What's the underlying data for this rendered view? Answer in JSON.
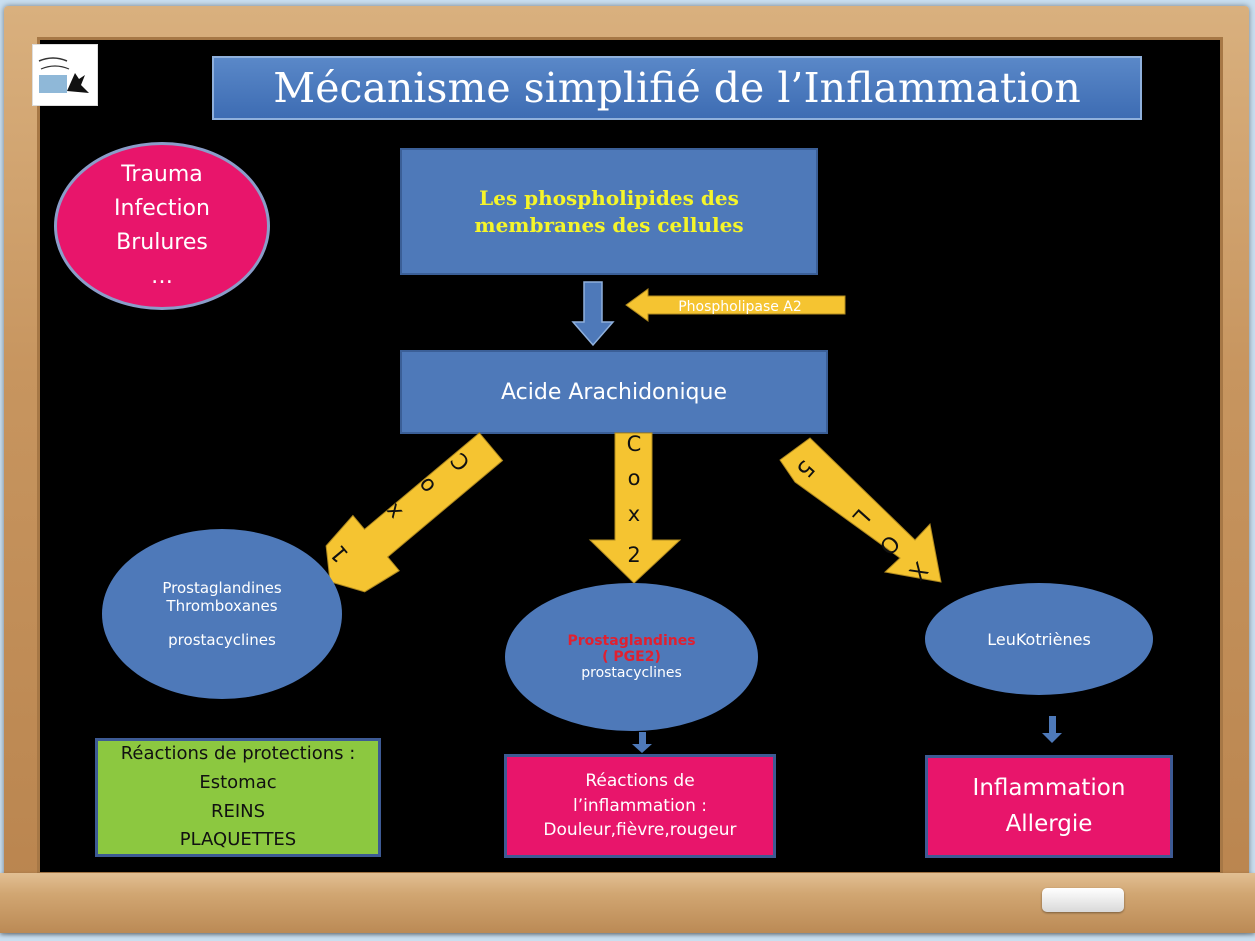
{
  "title": "Mécanisme simplifié de l’Inflammation",
  "causes": [
    "Trauma",
    "Infection",
    "Brulures",
    "…"
  ],
  "phospholipids": [
    "Les phospholipides des",
    "membranes des cellules"
  ],
  "enzyme_a2": "Phospholipase A2",
  "acide": "Acide Arachidonique",
  "cox1_letters": [
    "C",
    "o",
    "x",
    "1"
  ],
  "cox2_letters": [
    "C",
    "o",
    "x",
    "2"
  ],
  "lox5_letters": [
    "5",
    "L",
    "O",
    "X"
  ],
  "left_ellipse": [
    "Prostaglandines",
    "Thromboxanes",
    "prostacyclines"
  ],
  "mid_ellipse": {
    "line1": "Prostaglandines",
    "line2": "( PGE2)",
    "line3": "prostacyclines"
  },
  "right_ellipse": "LeuKotriènes",
  "protection_box": [
    "Réactions de protections :",
    "Estomac",
    "REINS",
    "PLAQUETTES"
  ],
  "inflammation_reaction_box": [
    "Réactions de",
    "l’inflammation :",
    "Douleur,fièvre,rougeur"
  ],
  "outcome_box": [
    "Inflammation",
    "Allergie"
  ],
  "colors": {
    "board": "#000000",
    "blue_node": "#4e79b9",
    "pink_node": "#e8156b",
    "green_node": "#8cc840",
    "arrow_yellow": "#f5c431",
    "phospho_text": "#f5f52a",
    "pge2_text": "#e02030"
  },
  "icons": {
    "logo": "book-figure-logo"
  }
}
